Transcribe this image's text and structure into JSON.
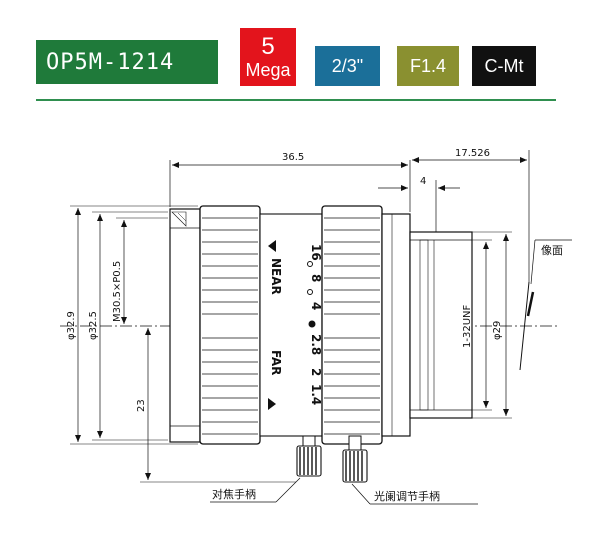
{
  "header": {
    "model": "OP5M-1214",
    "megapixel_number": "5",
    "megapixel_label": "Mega",
    "sensor_format": "2/3\"",
    "aperture": "F1.4",
    "mount": "C-Mt"
  },
  "colors": {
    "model_bg": "#1f7a3a",
    "mega_bg": "#e3141c",
    "sensor_bg": "#1b6f99",
    "aperture_bg": "#8a9030",
    "mount_bg": "#111111",
    "divider": "#2f8f4f"
  },
  "dimensions": {
    "length": "36.5",
    "flange": "17.526",
    "thread_length": "4",
    "outer_diameter": "φ32.9",
    "barrel_diameter": "φ32.5",
    "filter_thread": "M30.5×P0.5",
    "half_height": "23",
    "mount_thread": "1-32UNF",
    "rear_diameter": "φ29"
  },
  "labels": {
    "image_plane": "像面",
    "focus_handle": "对焦手柄",
    "iris_handle": "光阑调节手柄"
  },
  "focus_ring": {
    "near": "NEAR",
    "far": "FAR",
    "aperture_scale": [
      "16",
      "8",
      "4",
      "2.8",
      "2",
      "1.4"
    ]
  }
}
